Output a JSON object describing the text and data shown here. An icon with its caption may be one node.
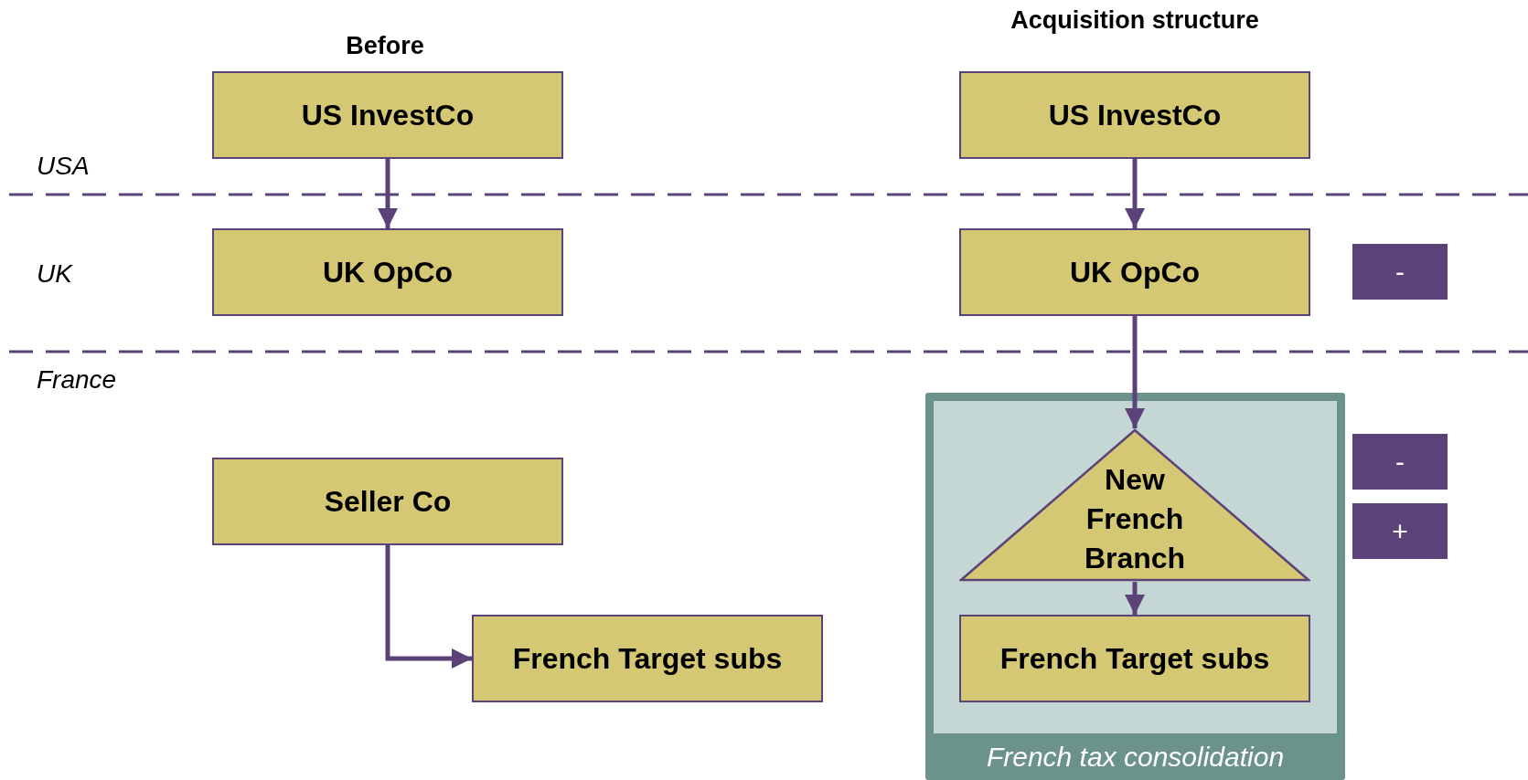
{
  "diagram": {
    "nodes": [
      {
        "text": [
          "US InvestCo"
        ]
      },
      {
        "text": [
          "US InvestCo"
        ]
      },
      {
        "text": [
          "UK OpCo"
        ]
      },
      {
        "text": [
          "UK OpCo"
        ]
      },
      {
        "text": [
          "-"
        ]
      },
      {
        "text": [
          "French tax consolidation"
        ]
      },
      {
        "text": [
          "New French Branch"
        ],
        "in": 5
      },
      {
        "text": [
          "-"
        ]
      },
      {
        "text": [
          "Seller Co"
        ]
      },
      {
        "text": [
          "+"
        ]
      },
      {
        "text": [
          "French Target subs"
        ]
      },
      {
        "text": [
          "French Target subs"
        ],
        "in": 5
      }
    ],
    "edges": [
      {
        "from": 0,
        "to": 2,
        "arrow": "to"
      },
      {
        "from": 1,
        "to": 3,
        "arrow": "to"
      },
      {
        "from": 3,
        "to": 6,
        "arrow": "to"
      },
      {
        "from": 6,
        "to": 11,
        "arrow": "to"
      },
      {
        "from": 8,
        "to": 10,
        "arrow": "to"
      }
    ],
    "labels": [
      "Acquisition structure",
      "Before",
      "USA",
      "UK",
      "France"
    ]
  }
}
